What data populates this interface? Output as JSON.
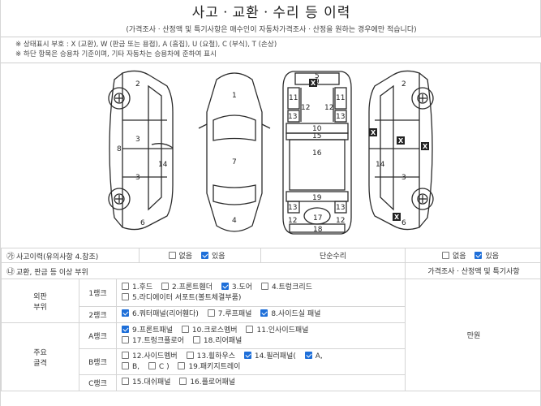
{
  "header": {
    "title": "사고ㆍ교환ㆍ수리 등 이력",
    "subtitle": "(가격조사ㆍ산정액 및 특기사항은 매수인이 자동차가격조사ㆍ산정을 원하는 경우에만 적습니다)"
  },
  "notes": [
    "※ 상태표시 부호 : X (교환), W (판금 또는 용접), A (흠집), U (요철), C (부식), T (손상)",
    "※ 하단 항목은 승용차 기준이며, 기타 자동차는 승용차에 준하여 표시"
  ],
  "diagram": {
    "x_mark": "X",
    "labels": {
      "n1": "1",
      "n2": "2",
      "n3": "3",
      "n4": "4",
      "n5": "5",
      "n6": "6",
      "n7": "7",
      "n8": "8",
      "n9": "9",
      "n10": "10",
      "n11": "11",
      "n12": "12",
      "n13": "13",
      "n14": "14",
      "n15": "15",
      "n16": "16",
      "n17": "17",
      "n18": "18",
      "n19": "19"
    }
  },
  "accident_history": {
    "marker": "㉮",
    "label": "사고이력(유의사항 4.참조)",
    "none_label": "없음",
    "yes_label": "있음",
    "checked": "있음"
  },
  "simple_repair": {
    "label": "단순수리",
    "none_label": "없음",
    "yes_label": "있음",
    "checked": "있음"
  },
  "section2": {
    "marker": "㉯",
    "label": "교환, 판금 등 이상 부위",
    "right_header": "가격조사ㆍ산정액 및 특기사항"
  },
  "outer_panel": {
    "label_line1": "외판",
    "label_line2": "부위",
    "rank1": {
      "label": "1랭크",
      "items": [
        {
          "label": "1.후드",
          "checked": false
        },
        {
          "label": "2.프론트휀더",
          "checked": false
        },
        {
          "label": "3.도어",
          "checked": true
        },
        {
          "label": "4.트렁크리드",
          "checked": false
        },
        {
          "label": "5.라디에이터 서포트(볼트체결부품)",
          "checked": false
        }
      ]
    },
    "rank2": {
      "label": "2랭크",
      "items": [
        {
          "label": "6.쿼터패널(리어휀다)",
          "checked": true
        },
        {
          "label": "7.루프패널",
          "checked": false
        },
        {
          "label": "8.사이드실 패널",
          "checked": true
        }
      ]
    }
  },
  "frame": {
    "label_line1": "주요",
    "label_line2": "골격",
    "rankA": {
      "label": "A랭크",
      "items": [
        {
          "label": "9.프론트패널",
          "checked": true
        },
        {
          "label": "10.크로스멤버",
          "checked": false
        },
        {
          "label": "11.인사이드패널",
          "checked": false
        },
        {
          "label": "17.트렁크플로어",
          "checked": false
        },
        {
          "label": "18.리어패널",
          "checked": false
        }
      ]
    },
    "rankB": {
      "label": "B랭크",
      "items": [
        {
          "label": "12.사이드멤버",
          "checked": false
        },
        {
          "label": "13.휠하우스",
          "checked": false
        },
        {
          "label": "14.필러패널(",
          "checked": true
        },
        {
          "label": "A,",
          "checked": true
        },
        {
          "label": "B,",
          "checked": false
        },
        {
          "label": "C )",
          "checked": false
        },
        {
          "label": "19.패키지트레이",
          "checked": false
        }
      ]
    },
    "rankC": {
      "label": "C랭크",
      "items": [
        {
          "label": "15.대쉬패널",
          "checked": false
        },
        {
          "label": "16.플로어패널",
          "checked": false
        }
      ]
    }
  },
  "price_note": "만원"
}
